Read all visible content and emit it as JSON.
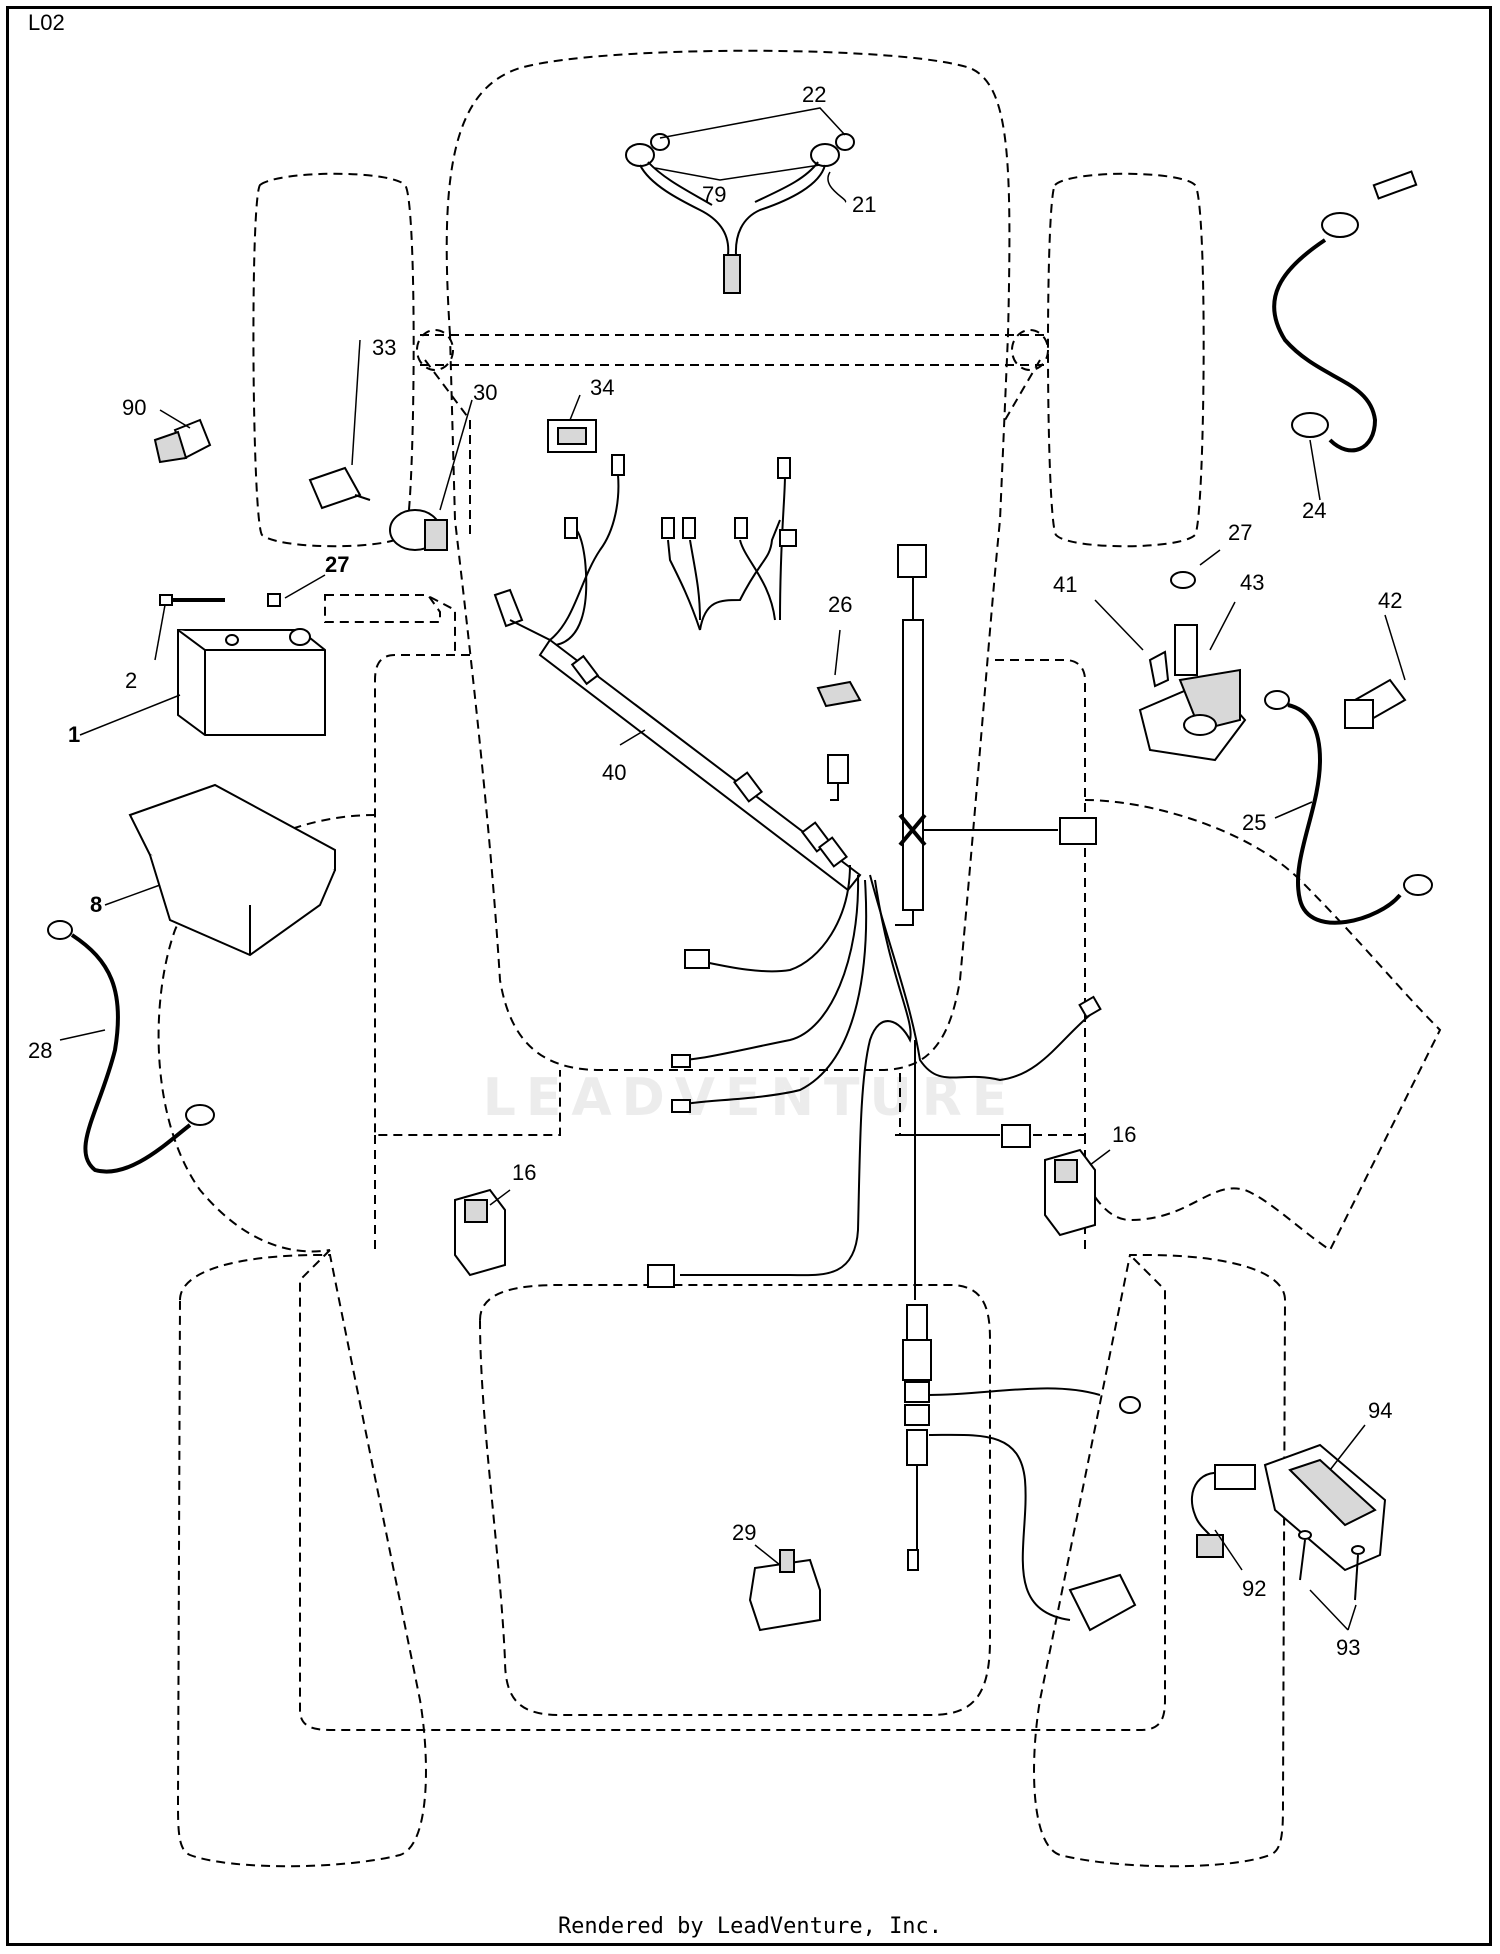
{
  "header": {
    "corner_label": "L02"
  },
  "footer": {
    "text": "Rendered by LeadVenture, Inc."
  },
  "watermark": {
    "text": "LEADVENTURE"
  },
  "callouts": {
    "c22": "22",
    "c79": "79",
    "c21": "21",
    "c33": "33",
    "c30": "30",
    "c34": "34",
    "c90": "90",
    "c27a": "27",
    "c2": "2",
    "c1": "1",
    "c8": "8",
    "c28": "28",
    "c40": "40",
    "c26": "26",
    "c24": "24",
    "c27b": "27",
    "c41": "41",
    "c43": "43",
    "c42": "42",
    "c25": "25",
    "c16a": "16",
    "c16b": "16",
    "c29": "29",
    "c94": "94",
    "c92": "92",
    "c93": "93"
  }
}
